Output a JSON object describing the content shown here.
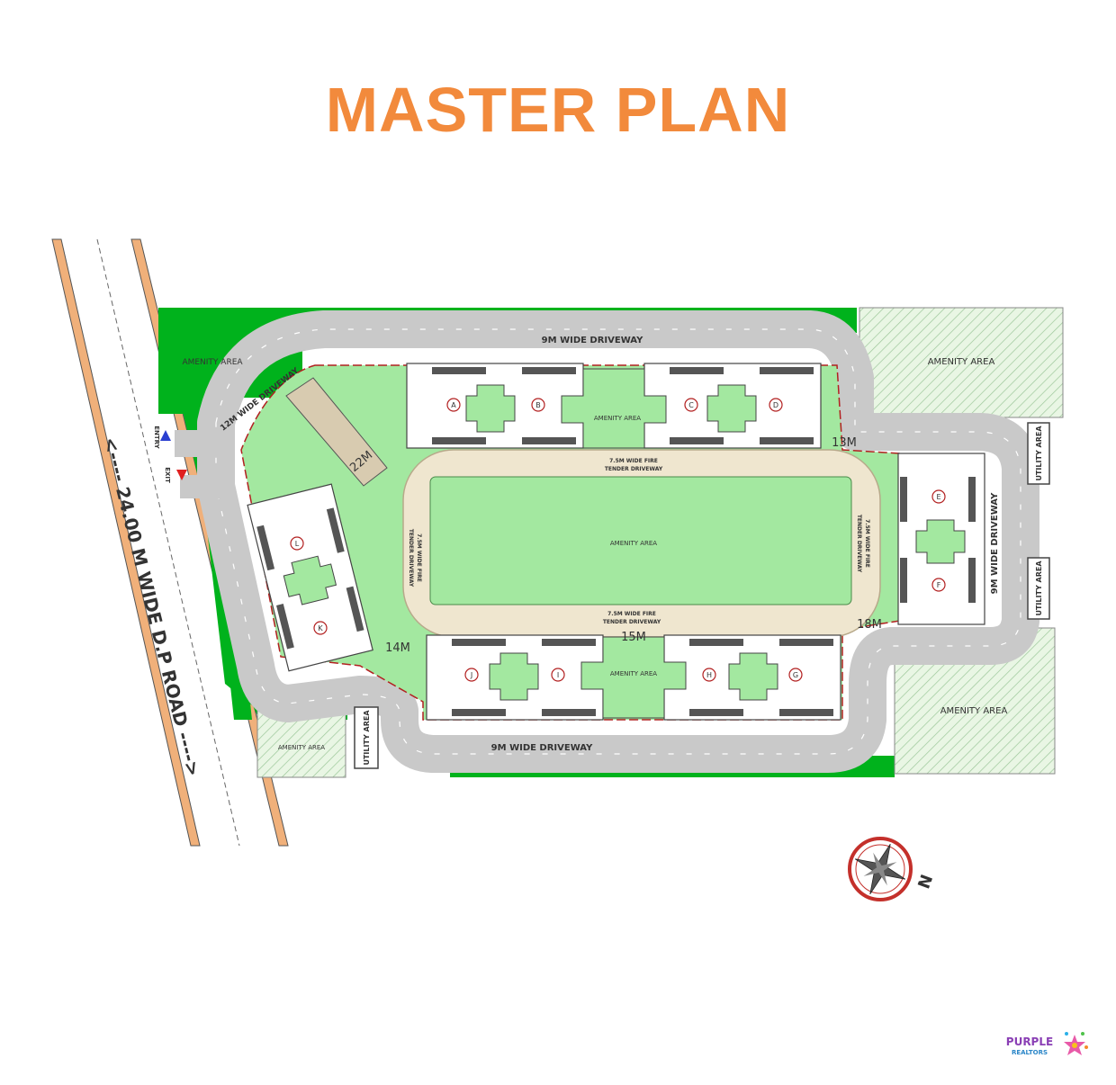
{
  "title": "MASTER PLAN",
  "colors": {
    "title": "#f28a3c",
    "green_area": "#00b21c",
    "amenity_light": "#a3e8a0",
    "driveway": "#c9c9c9",
    "fire_tender_track": "#efe6cf",
    "road_edge": "#f0b07a",
    "compass_ring": "#c4302b"
  },
  "road": {
    "label": "<---- 24.00 M WIDE D.P ROAD ---->",
    "entry_label": "ENTRY",
    "exit_label": "EXIT"
  },
  "driveways": {
    "top": "9M WIDE DRIVEWAY",
    "bottom": "9M WIDE DRIVEWAY",
    "right": "9M WIDE DRIVEWAY",
    "left": "12M WIDE DRIVEWAY",
    "fire_tender_top": [
      "7.5M WIDE FIRE",
      "TENDER DRIVEWAY"
    ],
    "fire_tender_bottom": [
      "7.5M WIDE FIRE",
      "TENDER DRIVEWAY"
    ],
    "fire_tender_left": [
      "7.5M WIDE FIRE",
      "TENDER DRIVEWAY"
    ],
    "fire_tender_right": [
      "7.5M WIDE FIRE",
      "TENDER DRIVEWAY"
    ]
  },
  "setbacks": [
    "22M",
    "13M",
    "14M",
    "15M",
    "18M"
  ],
  "areas": {
    "amenity_top_left": "AMENITY AREA",
    "amenity_top_right": "AMENITY AREA",
    "amenity_bottom_right": "AMENITY AREA",
    "amenity_bottom_left": "AMENITY AREA",
    "amenity_center": "AMENITY AREA",
    "amenity_top_courtyard": "AMENITY AREA",
    "amenity_bottom_courtyard": "AMENITY AREA",
    "utility_right_top": "UTILITY AREA",
    "utility_right_bottom": "UTILITY AREA",
    "utility_bottom_left": "UTILITY AREA"
  },
  "wings": [
    "A",
    "B",
    "C",
    "D",
    "E",
    "F",
    "G",
    "H",
    "I",
    "J",
    "K",
    "L"
  ],
  "compass": {
    "north_label": "N"
  },
  "logo": {
    "line1": "PURPLE",
    "line2": "REALTORS"
  }
}
